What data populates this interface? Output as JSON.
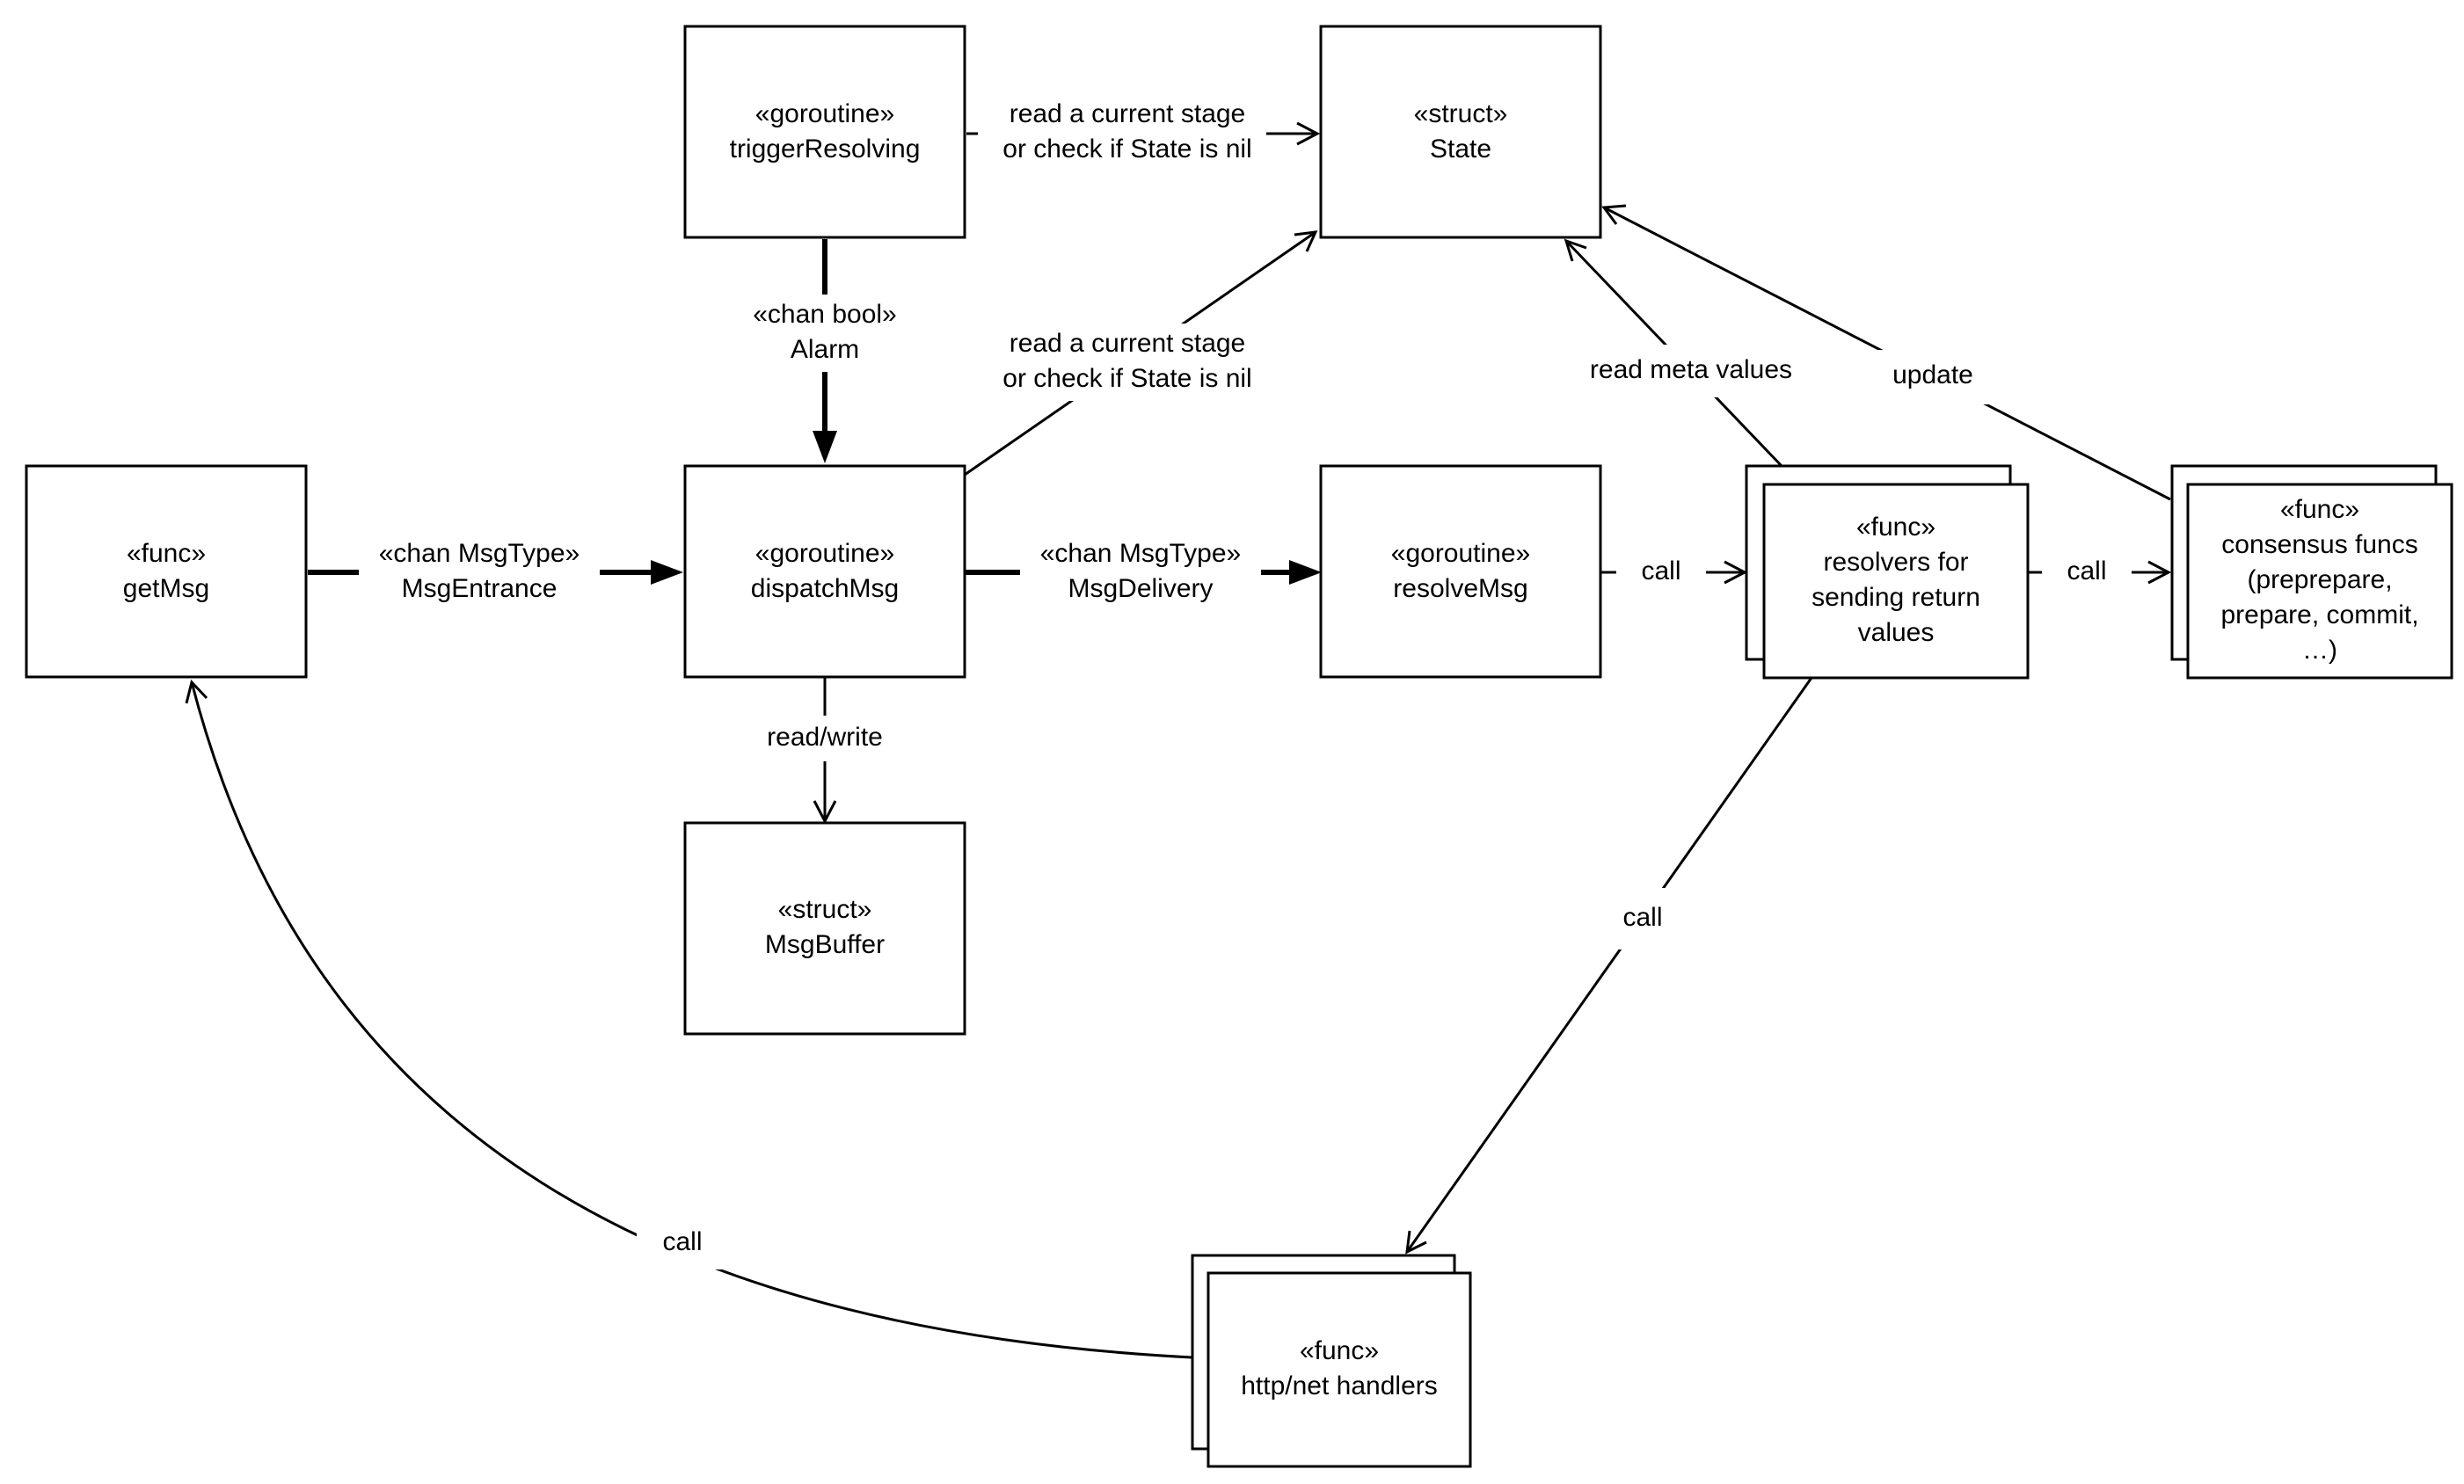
{
  "boxes": {
    "triggerResolving": {
      "stereotype": "«goroutine»",
      "name": "triggerResolving"
    },
    "state": {
      "stereotype": "«struct»",
      "name": "State"
    },
    "getMsg": {
      "stereotype": "«func»",
      "name": "getMsg"
    },
    "dispatchMsg": {
      "stereotype": "«goroutine»",
      "name": "dispatchMsg"
    },
    "resolveMsg": {
      "stereotype": "«goroutine»",
      "name": "resolveMsg"
    },
    "msgBuffer": {
      "stereotype": "«struct»",
      "name": "MsgBuffer"
    },
    "resolvers": {
      "stereotype": "«func»",
      "lines": [
        "resolvers for",
        "sending return",
        "values"
      ]
    },
    "consensus": {
      "stereotype": "«func»",
      "lines": [
        "consensus funcs",
        "(preprepare,",
        "prepare, commit,",
        "…)"
      ]
    },
    "httpHandlers": {
      "stereotype": "«func»",
      "name": "http/net handlers"
    }
  },
  "edges": {
    "trigger_to_state": [
      "read a current stage",
      "or check if State is nil"
    ],
    "alarm": [
      "«chan bool»",
      "Alarm"
    ],
    "dispatch_to_state": [
      "read a current stage",
      "or check if State is nil"
    ],
    "entrance": [
      "«chan MsgType»",
      "MsgEntrance"
    ],
    "delivery": [
      "«chan MsgType»",
      "MsgDelivery"
    ],
    "readwrite": "read/write",
    "resolve_call": "call",
    "resolvers_call": "call",
    "read_meta": "read meta values",
    "update": "update",
    "to_http_call": "call",
    "http_to_getmsg_call": "call"
  }
}
